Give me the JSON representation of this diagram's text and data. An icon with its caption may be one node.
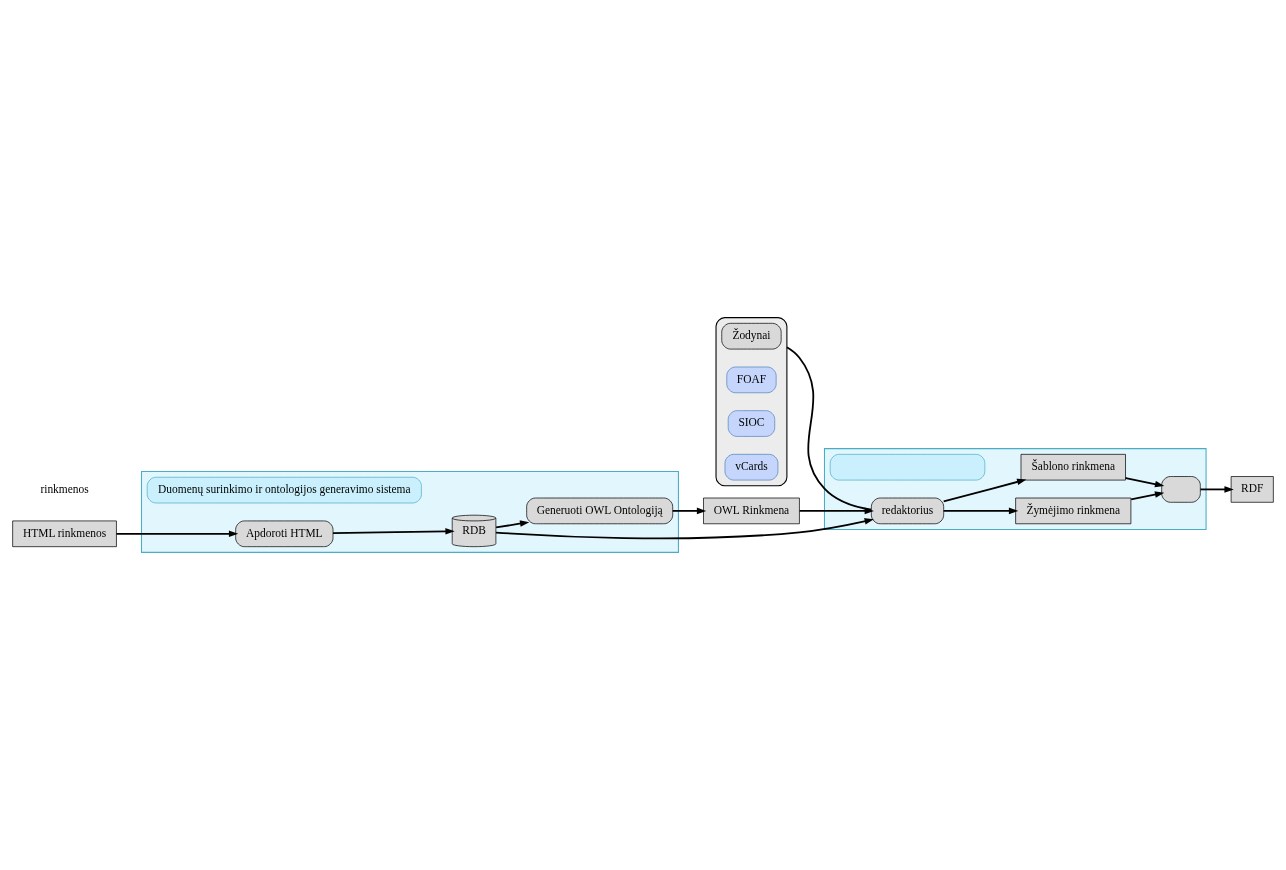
{
  "diagram": {
    "nodes": [
      {
        "text": [],
        "shape": "box"
      },
      {
        "text": [
          "Duomenų surinkimo ir ontologijos generavimo sistema"
        ],
        "in": 0
      },
      {
        "text": [
          "HTML rinkmenos"
        ]
      },
      {
        "text": [
          "Apdoroti HTML"
        ],
        "in": 0
      },
      {
        "text": [
          "RDB"
        ],
        "in": 0
      },
      {
        "text": [
          "Generuoti OWL Ontologiją"
        ],
        "in": 0
      },
      {
        "text": [
          "OWL Rinkmena"
        ]
      },
      {
        "text": [],
        "shape": "box"
      },
      {
        "text": [],
        "shape": "box",
        "in": 7
      },
      {
        "text": [
          "redaktorius"
        ],
        "in": 7
      },
      {
        "text": [
          "Žymėjimo rinkmena"
        ],
        "in": 7
      },
      {
        "text": [
          "Šablono rinkmena"
        ],
        "in": 7
      },
      {
        "text": [],
        "shape": "box",
        "in": 7
      },
      {
        "text": [
          "RDF"
        ]
      },
      {
        "text": [],
        "shape": "box"
      },
      {
        "text": [
          "Žodynai"
        ],
        "in": 14
      },
      {
        "text": [
          "FOAF"
        ],
        "in": 14
      },
      {
        "text": [
          "SIOC"
        ],
        "in": 14
      },
      {
        "text": [
          "vCards"
        ],
        "in": 14
      }
    ],
    "edges": [
      {
        "from": 2,
        "to": 3,
        "arrow": "to"
      },
      {
        "from": 3,
        "to": 4,
        "arrow": "to"
      },
      {
        "from": 4,
        "to": 5,
        "arrow": "to"
      },
      {
        "from": 5,
        "to": 6,
        "arrow": "to"
      },
      {
        "from": 4,
        "to": 9,
        "arrow": "to"
      },
      {
        "from": 6,
        "to": 9,
        "arrow": "to"
      },
      {
        "from": 14,
        "to": 9,
        "arrow": "none"
      },
      {
        "from": 9,
        "to": 10,
        "arrow": "to"
      },
      {
        "from": 9,
        "to": 11,
        "arrow": "to"
      },
      {
        "from": 10,
        "to": 12,
        "arrow": "to"
      },
      {
        "from": 11,
        "to": 12,
        "arrow": "to"
      },
      {
        "from": 12,
        "to": 13,
        "arrow": "to"
      }
    ],
    "labels": [
      "rinkmenos"
    ]
  }
}
